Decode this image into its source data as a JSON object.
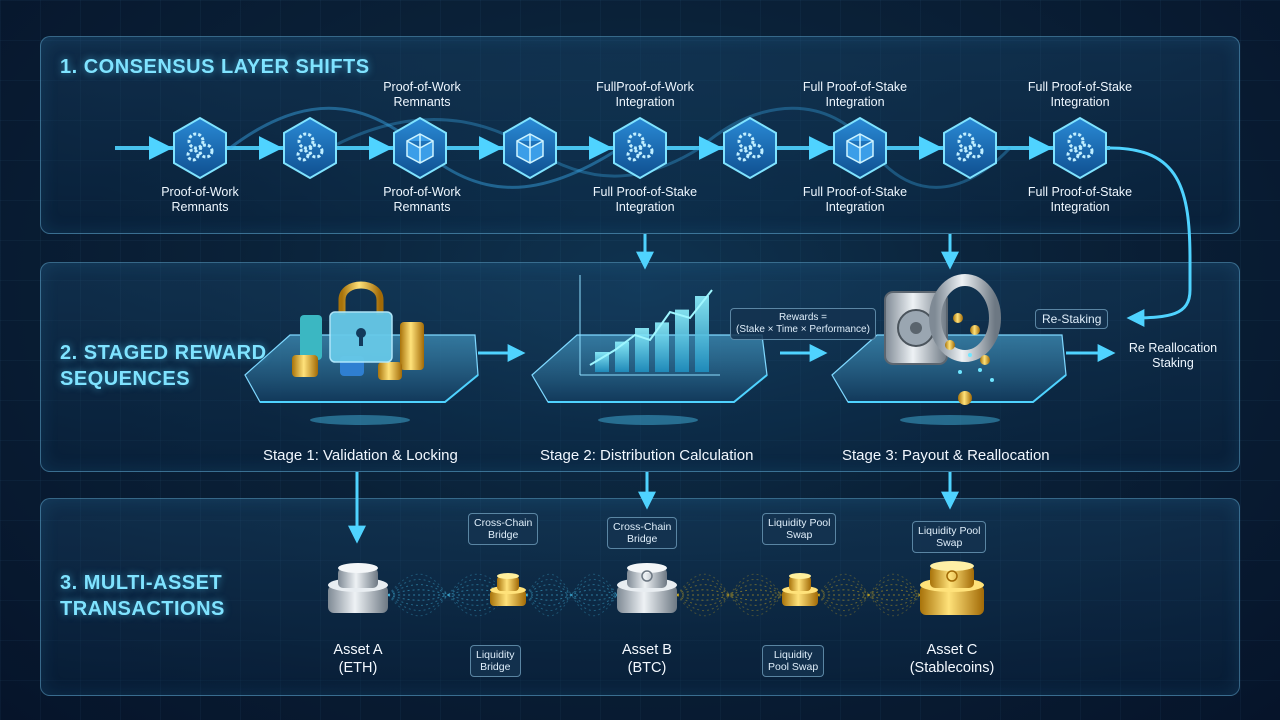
{
  "colors": {
    "accent": "#4fd3ff",
    "hex_node": "#1c6fb8",
    "gold": "#f2c21b",
    "silver": "#c9d2da",
    "panel_border": "#6ebee6"
  },
  "section1": {
    "title": "1. CONSENSUS LAYER SHIFTS",
    "labels_top": [
      {
        "text": "Proof-of-Work\nRemnants"
      },
      {
        "text": "FullProof-of-Work\nIntegration"
      },
      {
        "text": "Full Proof-of-Stake\nIntegration"
      },
      {
        "text": "Full Proof-of-Stake\nIntegration"
      }
    ],
    "labels_bottom": [
      {
        "text": "Proof-of-Work\nRemnants"
      },
      {
        "text": "Proof-of-Work\nRemnants"
      },
      {
        "text": "Full Proof-of-Stake\nIntegration"
      },
      {
        "text": "Full Proof-of-Stake\nIntegration"
      },
      {
        "text": "Full Proof-of-Stake\nIntegration"
      }
    ],
    "nodes": [
      "gears-icon",
      "gears-icon",
      "cube-icon",
      "cube-icon",
      "gears-icon",
      "gears-icon",
      "cube-icon",
      "gears-icon",
      "gears-icon"
    ]
  },
  "section2": {
    "title": "2. STAGED REWARD\nSEQUENCES",
    "stages": [
      {
        "label": "Stage 1: Validation & Locking",
        "icon": "lock-coins-icon"
      },
      {
        "label": "Stage 2: Distribution Calculation",
        "icon": "bar-chart-icon"
      },
      {
        "label": "Stage 3: Payout & Reallocation",
        "icon": "vault-icon"
      }
    ],
    "formula": "Rewards =\n(Stake × Time × Performance)",
    "restaking_tag": "Re-Staking",
    "restaking_out": "Re Reallocation\nStaking"
  },
  "section3": {
    "title": "3. MULTI-ASSET\nTRANSACTIONS",
    "assets": [
      {
        "label": "Asset A\n(ETH)",
        "kind": "silver"
      },
      {
        "label": "Asset B\n(BTC)",
        "kind": "silver"
      },
      {
        "label": "Asset C\n(Stablecoins)",
        "kind": "gold"
      }
    ],
    "top_tags": [
      "Cross-Chain\nBridge",
      "Cross-Chain\nBridge",
      "Liquidity Pool\nSwap",
      "Liquidity Pool\nSwap"
    ],
    "bottom_tags": [
      "Liquidity\nBridge",
      "Liquidity\nPool Swap"
    ]
  }
}
